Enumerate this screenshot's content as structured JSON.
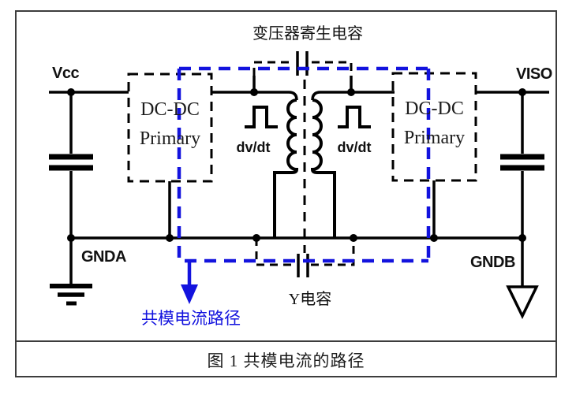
{
  "figure": {
    "caption": "图 1 共模电流的路径",
    "top_label": "变压器寄生电容",
    "y_capacitor_label": "Y电容",
    "common_mode_path_label": "共模电流路径",
    "nets": {
      "vcc": "Vcc",
      "viso": "VISO",
      "gnda": "GNDA",
      "gndb": "GNDB"
    },
    "blocks": {
      "left": {
        "line1": "DC-DC",
        "line2": "Primary"
      },
      "right": {
        "line1": "DC-DC",
        "line2": "Primary"
      }
    },
    "switching": {
      "left": "dv/dt",
      "right": "dv/dt"
    },
    "colors": {
      "wire": "#000000",
      "common_mode_path": "#1313de",
      "frame": "#3d3d3d"
    }
  }
}
